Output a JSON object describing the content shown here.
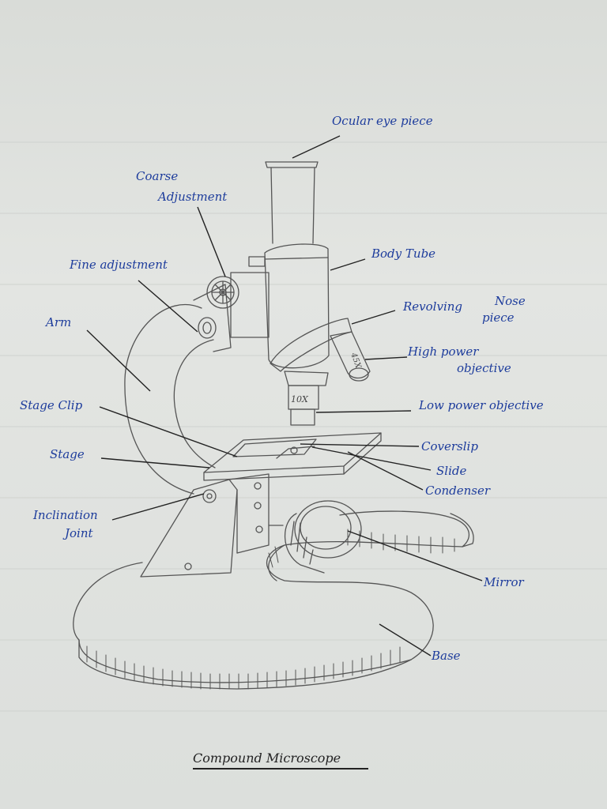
{
  "labels": {
    "ocular": "Ocular eye piece",
    "coarse_1": "Coarse",
    "coarse_2": "Adjustment",
    "fine": "Fine adjustment",
    "body_tube": "Body Tube",
    "arm": "Arm",
    "nose_1": "Revolving",
    "nose_2": "Nose",
    "nose_3": "piece",
    "high_1": "High power",
    "high_2": "objective",
    "low": "Low power objective",
    "stage_clip": "Stage Clip",
    "coverslip": "Coverslip",
    "stage": "Stage",
    "slide": "Slide",
    "condenser": "Condenser",
    "inclination_1": "Inclination",
    "inclination_2": "Joint",
    "mirror": "Mirror",
    "base": "Base",
    "objective_mark_low": "10X",
    "objective_mark_high": "45X"
  },
  "caption": "Compound Microscope",
  "colors": {
    "ink": "#1d3c9c",
    "pencil": "#555555",
    "paper": "#dfe1de"
  }
}
